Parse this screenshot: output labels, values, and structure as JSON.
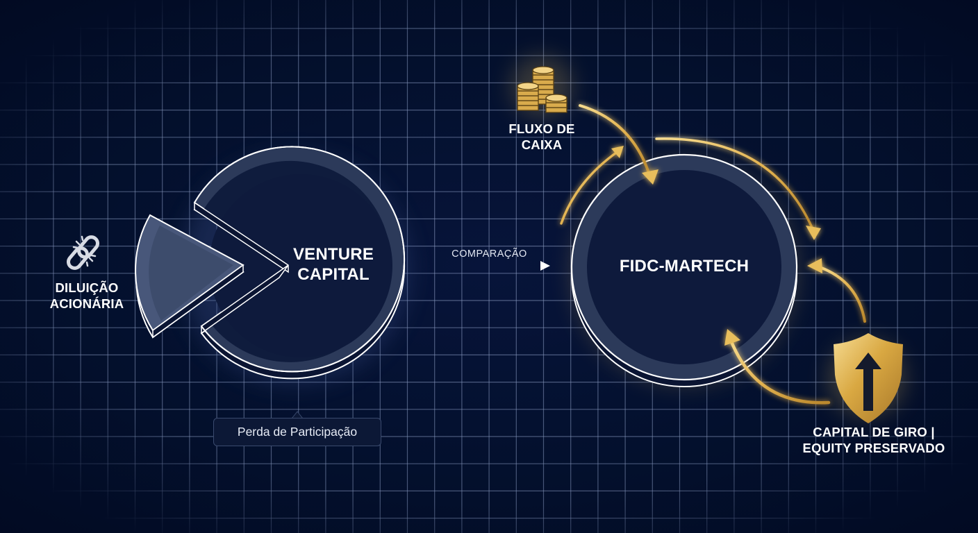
{
  "diagram": {
    "left_node": {
      "title_line1": "VENTURE",
      "title_line2": "CAPITAL",
      "callout": "Perda de Participação"
    },
    "right_node": {
      "title": "FIDC-MARTECH"
    },
    "connector": {
      "label": "COMPARAÇÃO"
    },
    "annotations": {
      "dilution": {
        "line1": "DILUIÇÃO",
        "line2": "ACIONÁRIA",
        "icon": "broken-chain-icon"
      },
      "cash_flow": {
        "line1": "FLUXO DE",
        "line2": "CAIXA",
        "icon": "coin-stacks-icon"
      },
      "working_capital": {
        "line1": "CAPITAL DE GIRO |",
        "line2": "EQUITY PRESERVADO",
        "icon": "shield-arrow-up-icon"
      }
    }
  },
  "colors": {
    "background": "#020b26",
    "grid": "#8e9ec4",
    "node_fill": "#0e1a3c",
    "node_ring": "#2c3a5a",
    "outline": "#ffffff",
    "gold": "#e8be5c",
    "text": "#ffffff"
  }
}
